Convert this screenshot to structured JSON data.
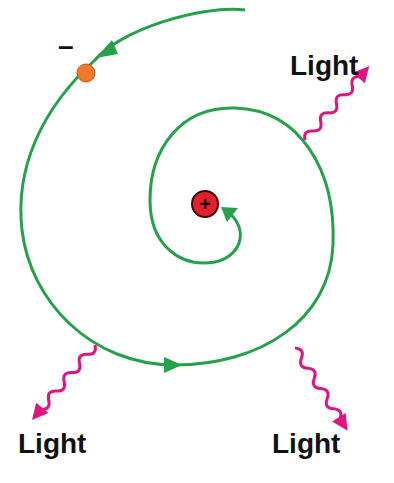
{
  "diagram": {
    "nodes": [
      {
        "text": [
          "+"
        ]
      }
    ],
    "labels": [
      "–",
      "Light",
      "Light",
      "Light"
    ]
  }
}
